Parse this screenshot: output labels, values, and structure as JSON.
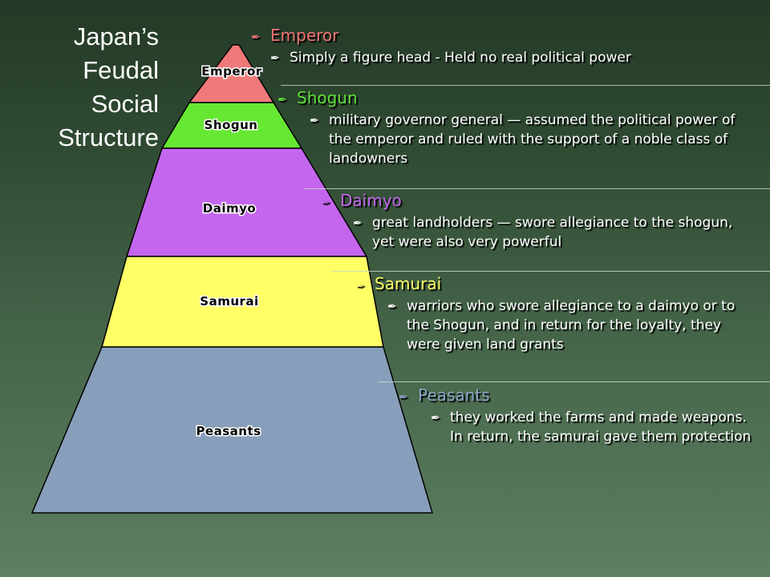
{
  "title": [
    "Japan’s",
    "Feudal",
    "Social",
    "Structure"
  ],
  "colors": {
    "emperor": "#f07a7a",
    "shogun": "#66e833",
    "daimyo": "#c466ee",
    "samurai": "#ffff66",
    "peasants": "#889fbb",
    "text": "#ffffff"
  },
  "tiers": [
    {
      "label": "Emperor"
    },
    {
      "label": "Shogun"
    },
    {
      "label": "Daimyo"
    },
    {
      "label": "Samurai"
    },
    {
      "label": "Peasants"
    }
  ],
  "entries": [
    {
      "heading": "Emperor",
      "description": "Simply a figure head - Held no real political power",
      "color": "#ef7474"
    },
    {
      "heading": "Shogun",
      "description": "military governor general — assumed the political power of the emperor and ruled with the support of a noble class of landowners",
      "color": "#5fe03a"
    },
    {
      "heading": "Daimyo",
      "description": "great landholders — swore allegiance to the shogun, yet were also very powerful",
      "color": "#c466ee"
    },
    {
      "heading": "Samurai",
      "description": "warriors who swore allegiance to a daimyo or to the Shogun, and in return for the loyalty, they were given land grants",
      "color": "#ffff66"
    },
    {
      "heading": "Peasants",
      "description": "they worked the farms and made weapons. In return, the samurai gave them protection",
      "color": "#8aa3c4"
    }
  ],
  "bullet_icon": "quill-pen-icon"
}
